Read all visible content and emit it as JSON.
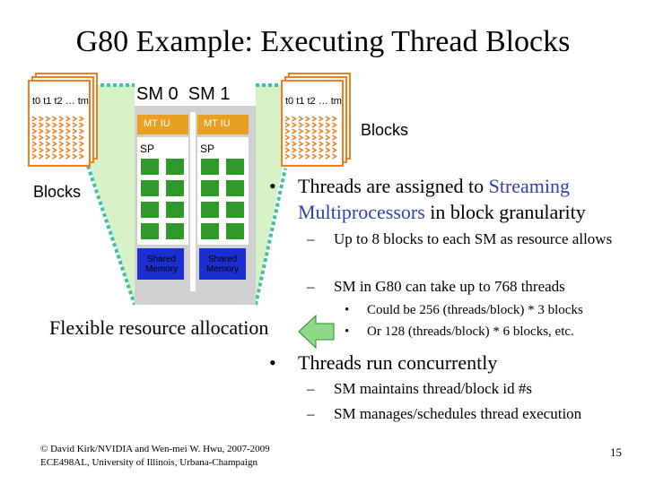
{
  "title": "G80 Example: Executing Thread Blocks",
  "diagram": {
    "thread_label_left": "t0 t1 t2 … tm",
    "thread_label_right": "t0 t1 t2 … tm",
    "sm_labels": "SM 0  SM 1",
    "mt_iu": "MT IU",
    "sp": "SP",
    "shared_memory": "Shared Memory",
    "blocks_left": "Blocks",
    "blocks_right": "Blocks",
    "flexible": "Flexible resource allocation",
    "colors": {
      "thread": "#f07c1e",
      "mt_iu": "#e8a020",
      "sp": "#2f9a2a",
      "shared": "#1c2fd0",
      "sm_panel": "#d0d0d0",
      "highlight": "#d6f2c6",
      "dotted": "#3fbfa8",
      "arrow": "#8ed98a"
    }
  },
  "bullets": [
    {
      "prefix": "Threads are assigned to ",
      "highlight": "Streaming Multiprocessors",
      "suffix": " in block granularity",
      "subs": [
        {
          "text": "Up to 8 blocks to each SM as resource allows"
        },
        {
          "text": "SM in G80 can take up to 768 threads",
          "subsubs": [
            "Could be 256 (threads/block) * 3 blocks",
            "Or 128 (threads/block) * 6 blocks, etc."
          ]
        }
      ]
    },
    {
      "text": "Threads run concurrently",
      "subs": [
        {
          "text": "SM maintains thread/block id #s"
        },
        {
          "text": "SM manages/schedules thread execution"
        }
      ]
    }
  ],
  "footer": {
    "line1": "© David Kirk/NVIDIA and Wen-mei W. Hwu, 2007-2009",
    "line2": "ECE498AL, University of Illinois, Urbana-Champaign",
    "page": "15"
  }
}
